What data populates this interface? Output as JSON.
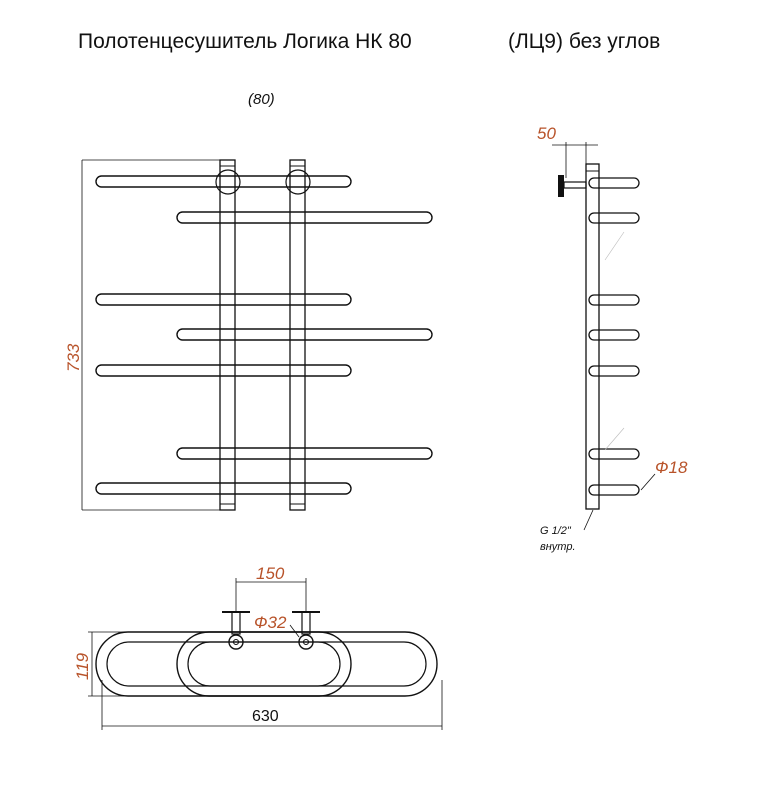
{
  "title": {
    "left": "Полотенцесушитель Логика НК 80",
    "right": "(ЛЦ9) без углов"
  },
  "front_view": {
    "label": "(80)",
    "height_dim": "733"
  },
  "side_view": {
    "depth_dim": "50",
    "bar_diameter": "Ф18",
    "thread_note_1": "G 1/2\"",
    "thread_note_2": "внутр."
  },
  "top_view": {
    "center_dim": "150",
    "pipe_diameter": "Ф32",
    "depth_dim": "119",
    "width_dim": "630"
  },
  "colors": {
    "dimension_accent": "#b8532a",
    "line": "#111111"
  }
}
